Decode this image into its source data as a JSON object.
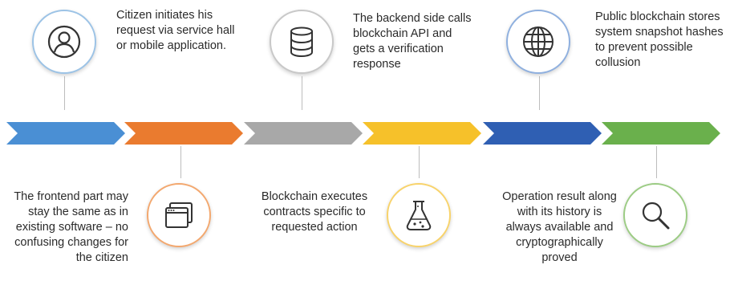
{
  "colors": {
    "step1": "#4a8fd4",
    "step2": "#ea7b2f",
    "step3": "#a8a8a8",
    "step4": "#f6c12a",
    "step5": "#2f5fb3",
    "step6": "#6ab04c"
  },
  "steps": [
    {
      "icon": "user-icon",
      "text": "Citizen initiates his request via service hall or mobile application."
    },
    {
      "icon": "browser-windows-icon",
      "text": "The frontend part may stay the same as in existing software – no confusing changes for the citizen"
    },
    {
      "icon": "database-icon",
      "text": "The backend side calls blockchain API and gets a verification response"
    },
    {
      "icon": "flask-icon",
      "text": "Blockchain executes contracts specific to requested action"
    },
    {
      "icon": "globe-icon",
      "text": "Public blockchain stores system snapshot hashes to prevent possible collusion"
    },
    {
      "icon": "search-icon",
      "text": "Operation result along with its history is always available and cryptographically proved"
    }
  ]
}
